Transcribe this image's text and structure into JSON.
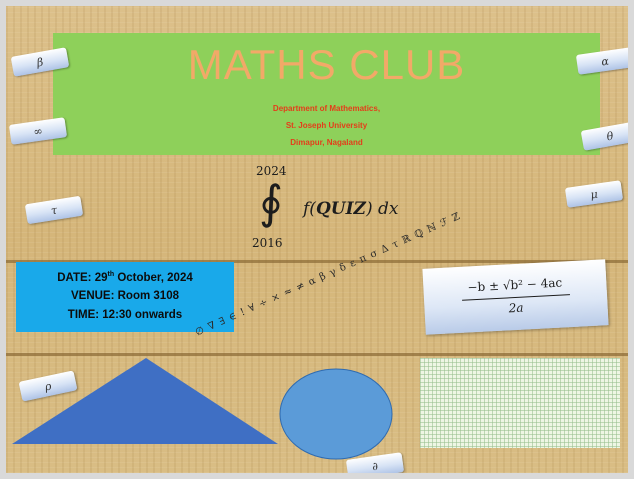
{
  "banner": {
    "title": "MATHS CLUB",
    "department": "Department of Mathematics,",
    "university": "St. Joseph University",
    "location": "Dimapur, Nagaland"
  },
  "integral": {
    "upper": "2024",
    "lower": "2016",
    "integrand_prefix": "f(",
    "integrand_bold": "QUIZ",
    "integrand_suffix": ") dx"
  },
  "event": {
    "date_prefix": "DATE: 29",
    "date_sup": "th",
    "date_suffix": " October, 2024",
    "venue": "VENUE: Room 3108",
    "time": "TIME: 12:30 onwards"
  },
  "formula": {
    "numerator": "−b ± √b² − 4ac",
    "denominator": "2a"
  },
  "symbol_string": "∅ ∇ ∃ ∈ ! ∀ ÷ × ≈ ≠ α β γ δ ε π σ Δ τ ℝ ℚ ℕ ℱ ℤ",
  "tags": {
    "beta": "β",
    "infinity": "∞",
    "tau": "τ",
    "rho": "ρ",
    "alpha": "α",
    "theta": "θ",
    "mu": "μ",
    "partial": "∂"
  },
  "colors": {
    "banner_bg": "#8ed05a",
    "title": "#f2a968",
    "subtitle": "#e43d1a",
    "info_bg": "#19a9ea",
    "triangle": "#3f6fc4",
    "circle": "#5b9bd8"
  }
}
